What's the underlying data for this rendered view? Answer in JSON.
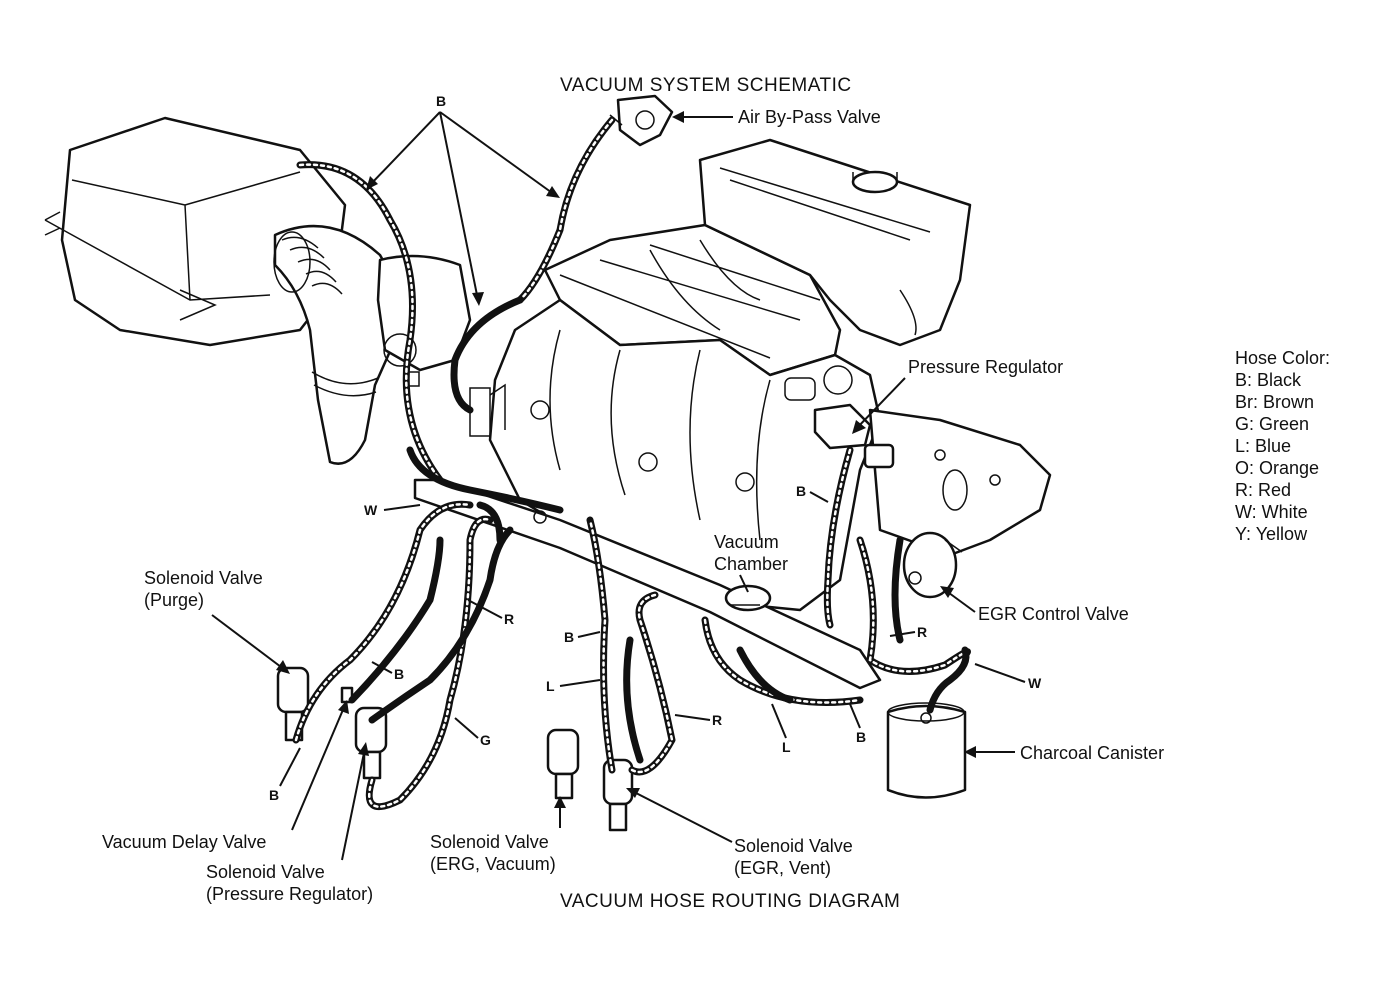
{
  "titles": {
    "top": "VACUUM SYSTEM SCHEMATIC",
    "bottom": "VACUUM HOSE ROUTING DIAGRAM"
  },
  "components": {
    "air_bypass_valve": "Air By-Pass Valve",
    "pressure_regulator": "Pressure Regulator",
    "vacuum_chamber_1": "Vacuum",
    "vacuum_chamber_2": "Chamber",
    "egr_control_valve": "EGR Control Valve",
    "charcoal_canister": "Charcoal Canister",
    "solenoid_purge_1": "Solenoid Valve",
    "solenoid_purge_2": "(Purge)",
    "vacuum_delay_valve": "Vacuum Delay Valve",
    "solenoid_pressure_1": "Solenoid Valve",
    "solenoid_pressure_2": "(Pressure Regulator)",
    "solenoid_erg_1": "Solenoid Valve",
    "solenoid_erg_2": "(ERG, Vacuum)",
    "solenoid_egr_vent_1": "Solenoid Valve",
    "solenoid_egr_vent_2": "(EGR, Vent)"
  },
  "hose_codes": {
    "b_top": "B",
    "w_left": "W",
    "b_regulator": "B",
    "r_mid": "R",
    "b_purge": "B",
    "g_mid": "G",
    "b_lower_left": "B",
    "b_center": "B",
    "l_center": "L",
    "r_center": "R",
    "r_right": "R",
    "w_right": "W",
    "l_right": "L",
    "b_right": "B"
  },
  "legend": {
    "title": "Hose Color:",
    "items": [
      "B: Black",
      "Br: Brown",
      "G: Green",
      "L: Blue",
      "O: Orange",
      "R: Red",
      "W: White",
      "Y: Yellow"
    ]
  }
}
